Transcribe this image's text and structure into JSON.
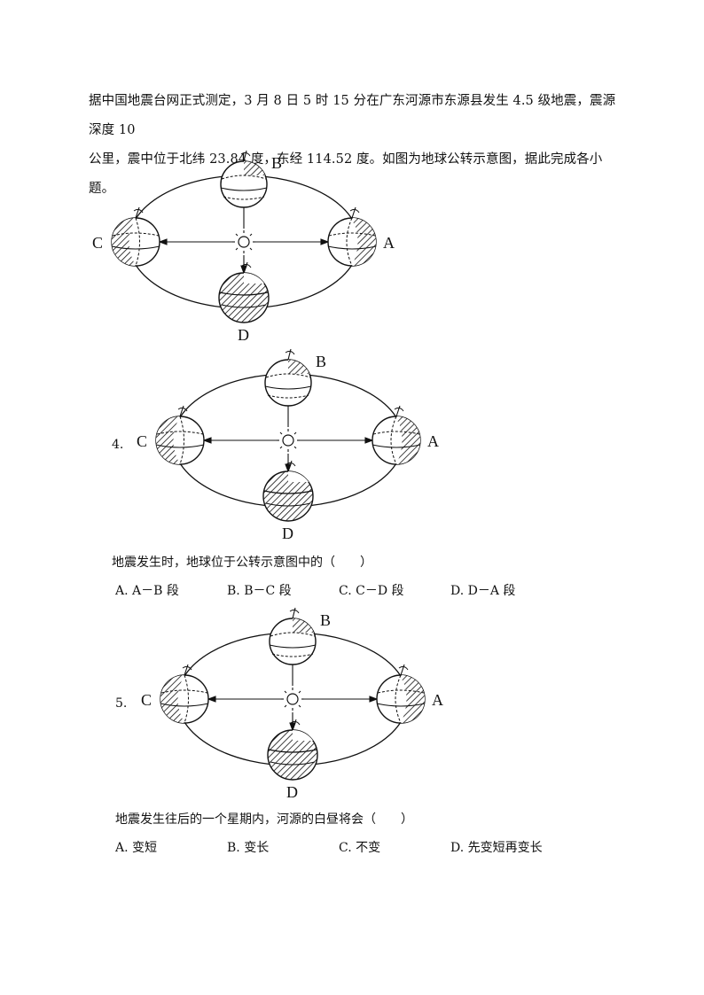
{
  "intro": {
    "line1": "据中国地震台网正式测定，3 月 8 日 5 时 15 分在广东河源市东源县发生 4.5 级地震，震源深度 10",
    "line2": "公里，震中位于北纬 23.84 度，东经 114.52 度。如图为地球公转示意图，据此完成各小题。"
  },
  "figure_labels": {
    "a": "A",
    "b": "B",
    "c": "C",
    "d": "D"
  },
  "questions": [
    {
      "number": "4.",
      "stem": "地震发生时，地球位于公转示意图中的（　　）",
      "options": [
        "A. A－B 段",
        "B. B－C 段",
        "C. C－D 段",
        "D. D－A 段"
      ]
    },
    {
      "number": "5.",
      "stem": "地震发生往后的一个星期内，河源的白昼将会（　　）",
      "options": [
        "A.  变短",
        "B.  变长",
        "C.  不变",
        "D.  先变短再变长"
      ]
    }
  ]
}
